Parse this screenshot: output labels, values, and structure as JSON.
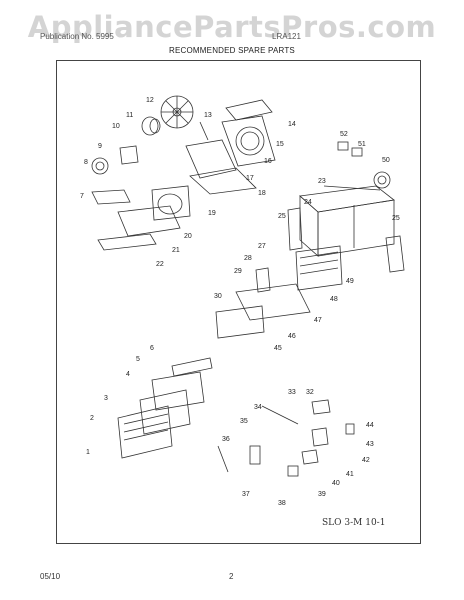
{
  "header": {
    "watermark": "AppliancePartsPros.com",
    "publication": "Publication No. 5995",
    "model": "LRA121",
    "subtitle": "RECOMMENDED SPARE PARTS"
  },
  "diagram": {
    "code": "SLO 3-M 10-1",
    "part_numbers": [
      "1",
      "2",
      "3",
      "4",
      "5",
      "6",
      "7",
      "8",
      "9",
      "10",
      "11",
      "12",
      "13",
      "14",
      "15",
      "16",
      "17",
      "18",
      "19",
      "20",
      "21",
      "22",
      "23",
      "24",
      "25",
      "25",
      "27",
      "28",
      "29",
      "30",
      "32",
      "33",
      "34",
      "35",
      "36",
      "37",
      "38",
      "39",
      "40",
      "41",
      "42",
      "43",
      "44",
      "45",
      "46",
      "47",
      "48",
      "49",
      "50",
      "51",
      "52"
    ]
  },
  "footer": {
    "date": "05/10",
    "page": "2"
  }
}
